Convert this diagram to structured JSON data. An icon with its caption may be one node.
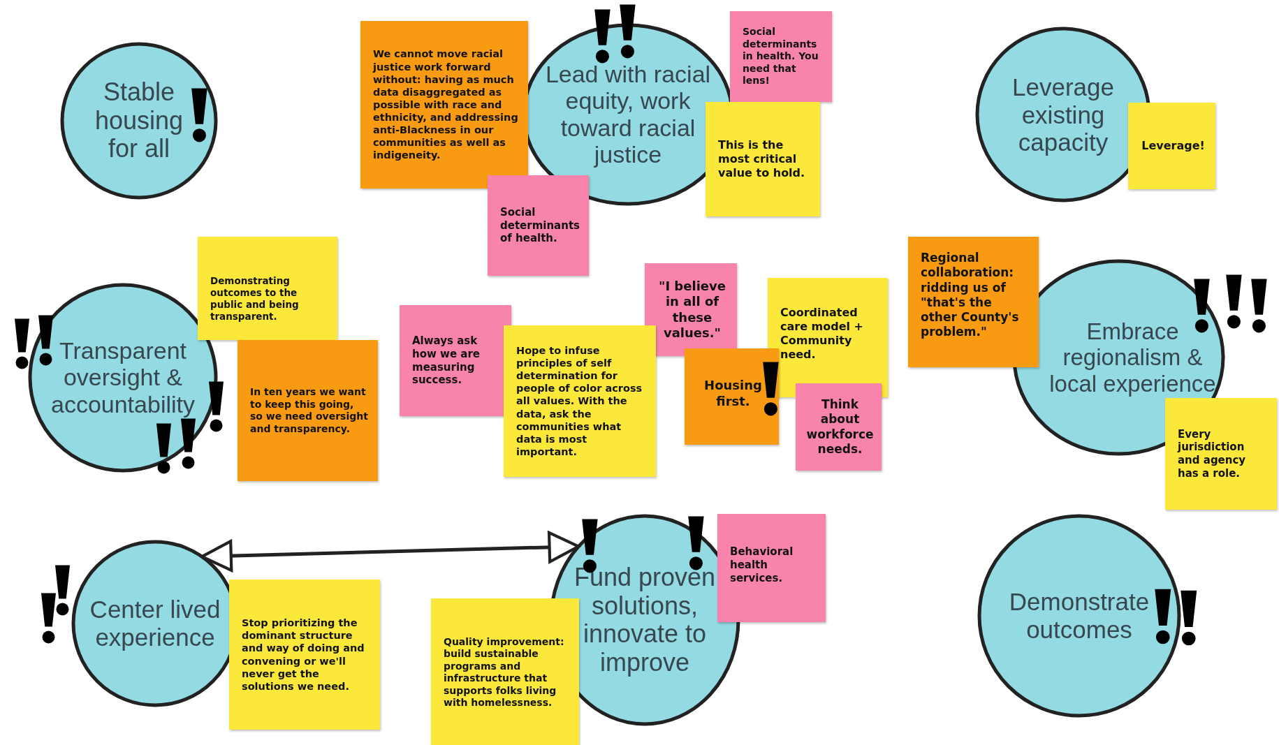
{
  "diagram": {
    "nodes": [
      {
        "text": [
          "Stable housing for all"
        ]
      },
      {
        "text": [
          "We cannot move racial justice work forward without: having as much data disaggregated as possible with race and ethnicity, and addressing anti-Blackness in our communities as well as indigeneity."
        ]
      },
      {
        "text": [
          "Lead with racial equity, work toward racial justice"
        ]
      },
      {
        "text": [
          "Social determinants in health. You need that lens!"
        ]
      },
      {
        "text": [
          "This is the most critical value to hold."
        ]
      },
      {
        "text": [
          "Leverage existing capacity"
        ]
      },
      {
        "text": [
          "Leverage!"
        ]
      },
      {
        "text": [
          "Social determinants of health."
        ]
      },
      {
        "text": [
          "Demonstrating outcomes to the public and being transparent."
        ]
      },
      {
        "text": [
          "Regional collaboration: ridding us of \"that's the other County's problem.\""
        ]
      },
      {
        "text": [
          "Transparent oversight & accountability"
        ]
      },
      {
        "text": [
          "\"I believe in all of these values.\""
        ]
      },
      {
        "text": [
          "Coordinated care model + Community need."
        ]
      },
      {
        "text": [
          "Embrace regionalism & local experience"
        ]
      },
      {
        "text": [
          "Always ask how we are measuring success."
        ]
      },
      {
        "text": [
          "Hope to infuse principles of self determination for people of color across all values. With the data, ask the communities what data is most important."
        ]
      },
      {
        "text": [
          "In ten years we want to keep this going, so we need oversight and transparency."
        ]
      },
      {
        "text": [
          "Housing first."
        ]
      },
      {
        "text": [
          "Think about workforce needs."
        ]
      },
      {
        "text": [
          "Every jurisdiction and agency has a role."
        ]
      },
      {
        "text": [
          "Center lived experience"
        ]
      },
      {
        "text": [
          "Fund proven solutions, innovate to improve"
        ]
      },
      {
        "text": [
          "Behavioral health services."
        ]
      },
      {
        "text": [
          "Stop prioritizing the dominant structure and way of doing and convening or we'll never get the solutions we need."
        ]
      },
      {
        "text": [
          "Quality improvement: build sustainable programs and infrastructure that supports folks living with homelessness."
        ]
      },
      {
        "text": [
          "Demonstrate outcomes"
        ]
      }
    ],
    "edges": [
      {
        "from": 20,
        "to": 21,
        "arrow": "both"
      }
    ]
  }
}
